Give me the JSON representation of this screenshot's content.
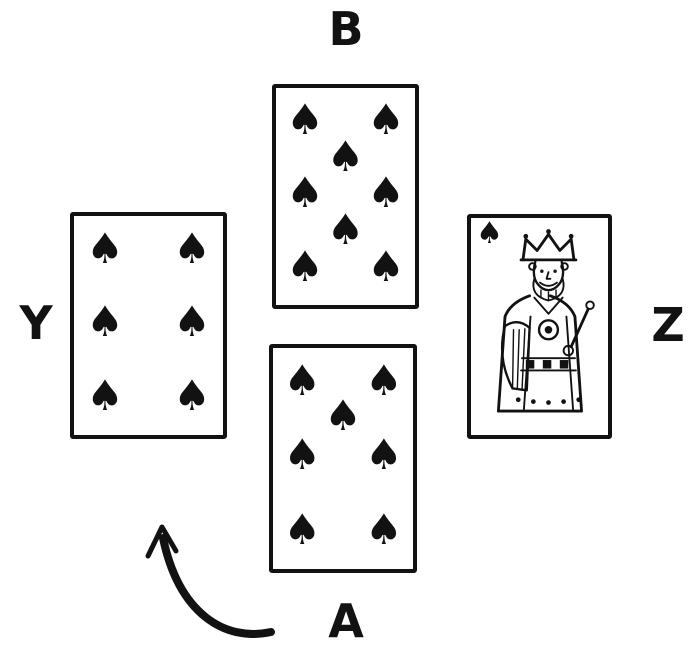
{
  "figure": {
    "colors": {
      "ink": "#121212",
      "background": "#ffffff"
    },
    "suit_symbol": "♠",
    "players": [
      {
        "label": "B",
        "position": "top",
        "card": {
          "rank": "8",
          "suit": "spades",
          "name": "eight-of-spades"
        }
      },
      {
        "label": "Y",
        "position": "left",
        "card": {
          "rank": "6",
          "suit": "spades",
          "name": "six-of-spades"
        }
      },
      {
        "label": "Z",
        "position": "right",
        "card": {
          "rank": "K",
          "suit": "spades",
          "name": "king-of-spades"
        }
      },
      {
        "label": "A",
        "position": "bottom",
        "card": {
          "rank": "7",
          "suit": "spades",
          "name": "seven-of-spades"
        }
      }
    ],
    "arrow_icon": "curved-arrow-counterclockwise"
  }
}
